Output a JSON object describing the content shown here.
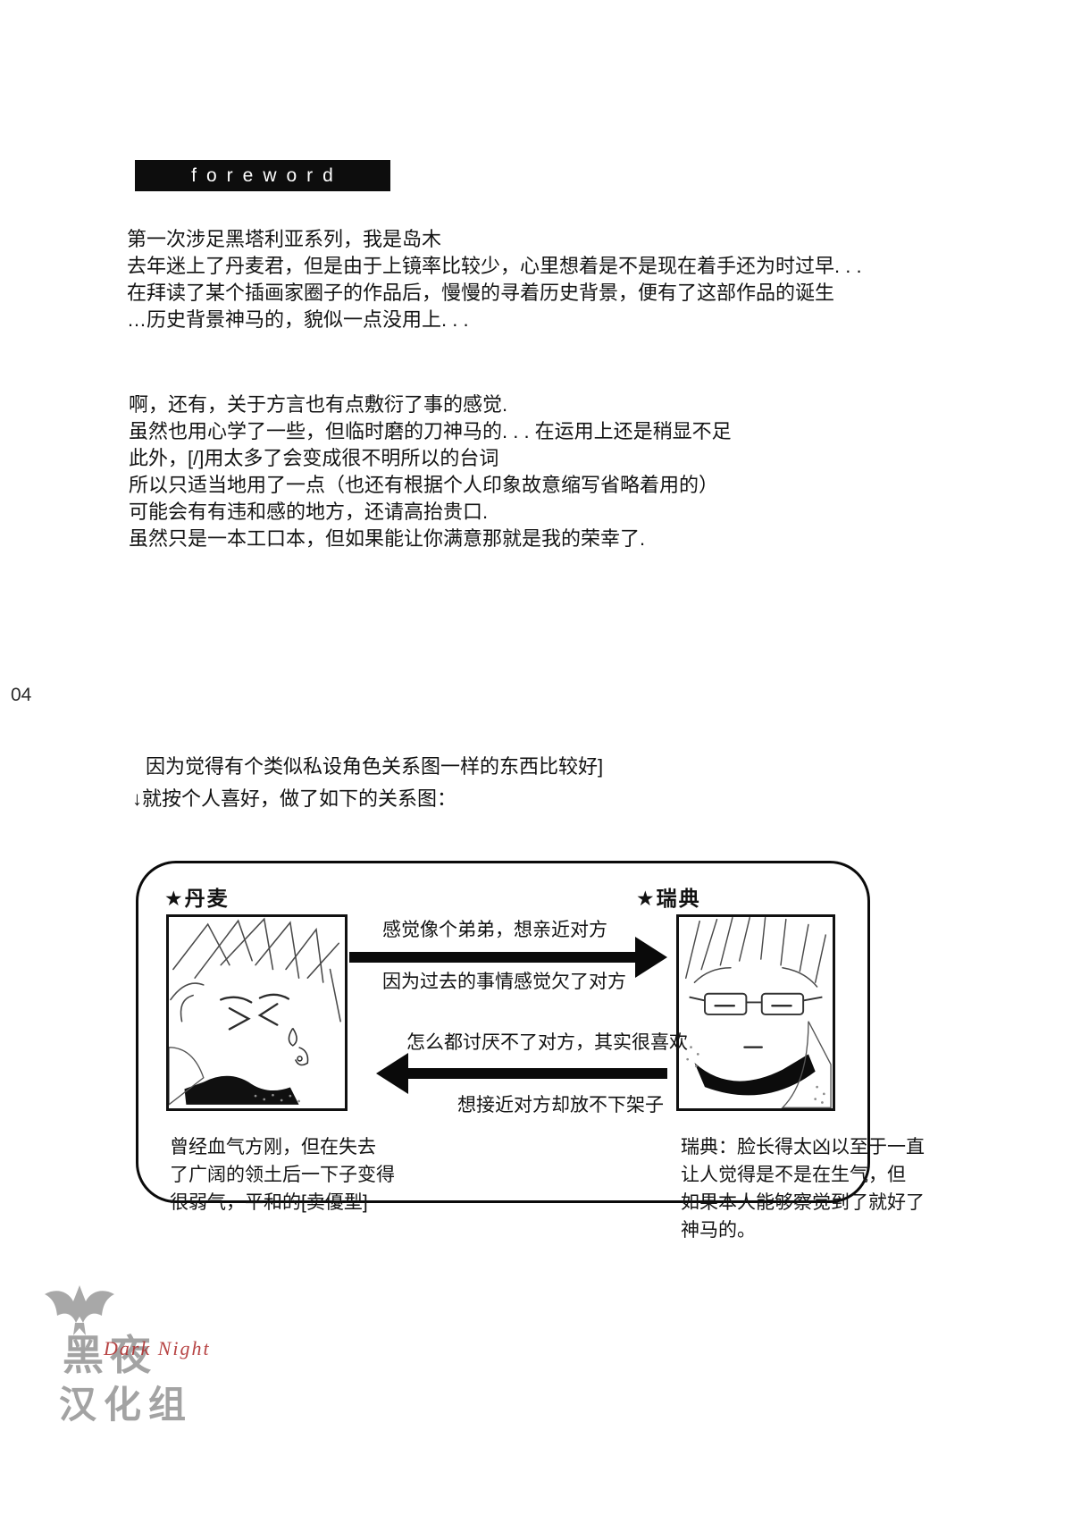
{
  "page": {
    "number": "04"
  },
  "foreword": {
    "label": "foreword"
  },
  "intro": {
    "lines": [
      "第一次涉足黑塔利亚系列，我是岛木",
      "去年迷上了丹麦君，但是由于上镜率比较少，心里想着是不是现在着手还为时过早. . .",
      "在拜读了某个插画家圈子的作品后，慢慢的寻着历史背景，便有了这部作品的诞生",
      "…历史背景神马的，貌似一点没用上. . ."
    ]
  },
  "notes": {
    "lines": [
      "啊，还有，关于方言也有点敷衍了事的感觉.",
      "虽然也用心学了一些，但临时磨的刀神马的. . . 在运用上还是稍显不足",
      "此外，[/]用太多了会变成很不明所以的台词",
      "所以只适当地用了一点（也还有根据个人印象故意缩写省略着用的）",
      "可能会有有违和感的地方，还请高抬贵口.",
      "虽然只是一本工口本，但如果能让你满意那就是我的荣幸了."
    ]
  },
  "diagram_intro": {
    "line1": "因为觉得有个类似私设角色关系图一样的东西比较好]",
    "line2": "↓就按个人喜好，做了如下的关系图："
  },
  "diagram": {
    "left_character": {
      "label": "★丹麦",
      "caption_lines": [
        "曾经血气方刚，但在失去",
        "了广阔的领土后一下子变得",
        "很弱气，平和的[卖優型]"
      ]
    },
    "right_character": {
      "label": "★瑞典",
      "caption_lines": [
        "瑞典：脸长得太凶以至于一直",
        "让人觉得是不是在生气，但",
        "如果本人能够察觉到了就好了",
        "神马的。"
      ]
    },
    "arrow_right": {
      "direction": "left-to-right",
      "top_text": "感觉像个弟弟，想亲近对方",
      "bottom_text": "因为过去的事情感觉欠了对方"
    },
    "arrow_left": {
      "direction": "right-to-left",
      "top_text": "怎么都讨厌不了对方，其实很喜欢",
      "bottom_text": "想接近对方却放不下架子"
    }
  },
  "watermark": {
    "icon": "bat-icon",
    "group_line1": "黑夜",
    "group_line2": "汉化组",
    "accent_text": "Dark Night"
  },
  "colors": {
    "ink": "#111111",
    "banner_bg": "#0d0d0d",
    "watermark_grey": "#9a9a9a",
    "watermark_red": "#b03030"
  }
}
